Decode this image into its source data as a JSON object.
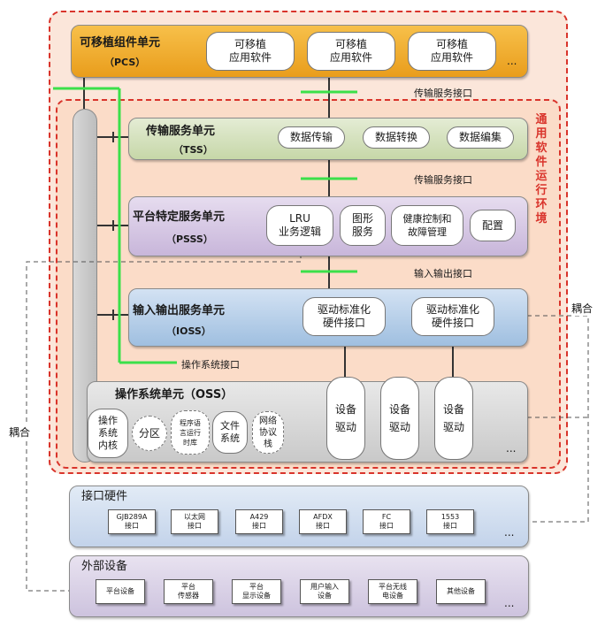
{
  "pcs": {
    "title": "可移植组件单元",
    "abbr": "（PCS）",
    "apps": [
      "可移植\n应用软件",
      "可移植\n应用软件",
      "可移植\n应用软件"
    ],
    "more": "..."
  },
  "interfaces": {
    "transport_1": "传输服务接口",
    "transport_2": "传输服务接口",
    "io": "输入输出接口",
    "os": "操作系统接口"
  },
  "env_label": "通用软件运行环境",
  "tss": {
    "title": "传输服务单元",
    "abbr": "（TSS）",
    "items": [
      "数据传输",
      "数据转换",
      "数据编集"
    ]
  },
  "psss": {
    "title": "平台特定服务单元",
    "abbr": "（PSSS）",
    "items": [
      "LRU\n业务逻辑",
      "图形\n服务",
      "健康控制和\n故障管理",
      "配置"
    ]
  },
  "ioss": {
    "title": "输入输出服务单元",
    "abbr": "（IOSS）",
    "items": [
      "驱动标准化\n硬件接口",
      "驱动标准化\n硬件接口"
    ]
  },
  "oss": {
    "title": "操作系统单元（OSS）",
    "items": [
      "操作\n系统\n内核",
      "分区",
      "程序语\n言运行\n时库",
      "文件\n系统",
      "网络\n协议\n栈"
    ],
    "drivers": [
      "设备\n驱动",
      "设备\n驱动",
      "设备\n驱动"
    ],
    "more": "..."
  },
  "coupling_left": "耦合",
  "coupling_right": "耦合",
  "hw": {
    "title": "接口硬件",
    "items": [
      "GJB289A\n接口",
      "以太网\n接口",
      "A429\n接口",
      "AFDX\n接口",
      "FC\n接口",
      "1553\n接口"
    ],
    "more": "..."
  },
  "ext": {
    "title": "外部设备",
    "items": [
      "平台设备",
      "平台\n传感器",
      "平台\n显示设备",
      "用户输入\n设备",
      "平台无线\n电设备",
      "其他设备"
    ],
    "more": "..."
  },
  "colors": {
    "env_border": "#d9342b",
    "interface_line": "#3be04a",
    "pcs": "#f0ad30",
    "tss": "#d3e0bb",
    "psss": "#d6c9e4",
    "ioss": "#b9d1ea",
    "oss": "#d6d6d6"
  }
}
